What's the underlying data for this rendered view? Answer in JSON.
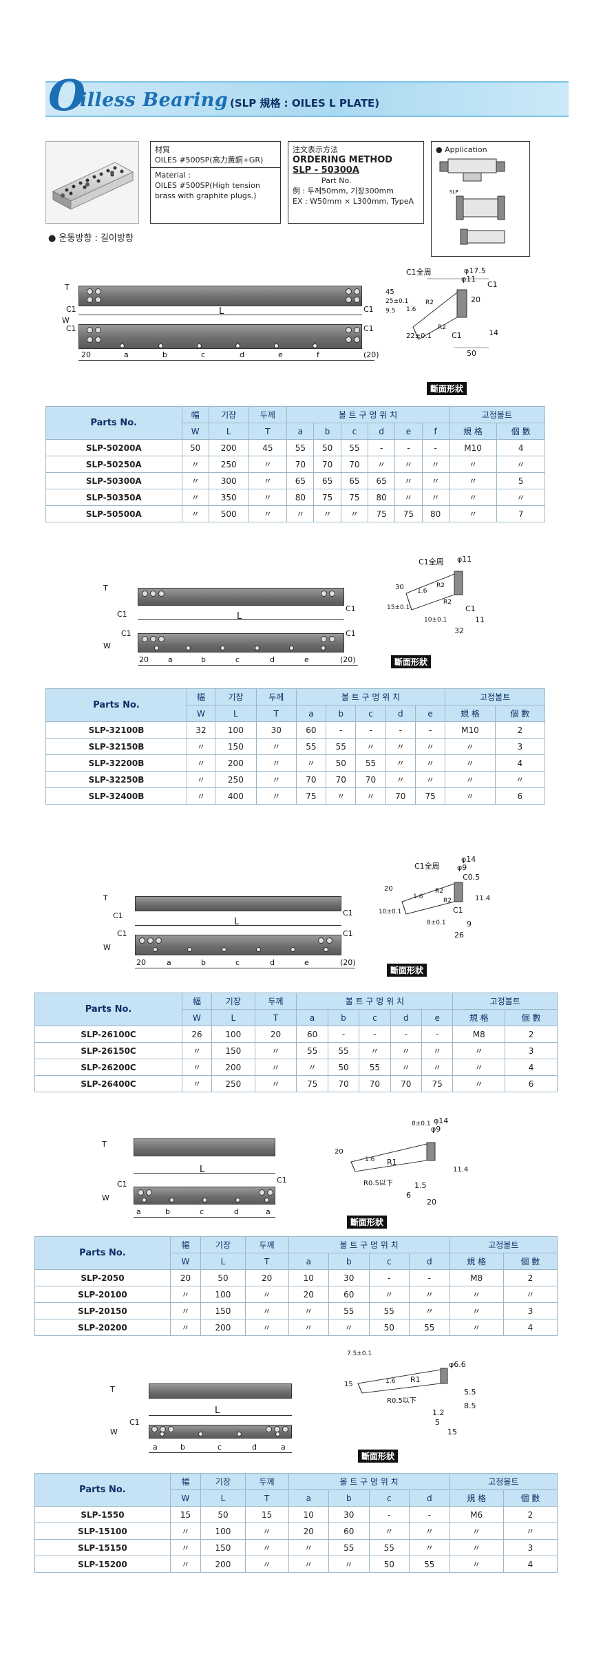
{
  "header": {
    "logo_letter": "O",
    "title": "illess Bearing",
    "subtitle": "(SLP 規格 : OILES L PLATE)"
  },
  "material": {
    "heading": "材質",
    "line1": "OILES #500SP(高力黃銅+GR)",
    "line2": "Material :",
    "line3": "OILES #500SP(High tension",
    "line4": "brass with graphite plugs.)"
  },
  "ordering": {
    "heading_jp": "注文表示方法",
    "heading_en": "ORDERING METHOD",
    "code": "SLP - 50300A",
    "part_no": "Part No.",
    "example_jp": "例 : 두께50mm, 기장300mm",
    "example_en": "EX : W50mm × L300mm, TypeA"
  },
  "application": {
    "label": "● Application",
    "slp": "SLP"
  },
  "direction_note": "● 운동방향 : 길이방향",
  "section_label": "斷面形狀",
  "tables": [
    {
      "headers": {
        "parts": "Parts No.",
        "w_top": "幅",
        "l_top": "기장",
        "t_top": "두께",
        "holes_top": "볼 트 구 멍 위 치",
        "bolt_top": "고정볼트",
        "w": "W",
        "l": "L",
        "t": "T",
        "cols": [
          "a",
          "b",
          "c",
          "d",
          "e",
          "f"
        ],
        "spec": "規 格",
        "qty": "個 數"
      },
      "rows": [
        [
          "SLP-50200A",
          "50",
          "200",
          "45",
          "55",
          "50",
          "55",
          "-",
          "-",
          "-",
          "M10",
          "4"
        ],
        [
          "SLP-50250A",
          "〃",
          "250",
          "〃",
          "70",
          "70",
          "70",
          "〃",
          "〃",
          "〃",
          "〃",
          "〃"
        ],
        [
          "SLP-50300A",
          "〃",
          "300",
          "〃",
          "65",
          "65",
          "65",
          "65",
          "〃",
          "〃",
          "〃",
          "5"
        ],
        [
          "SLP-50350A",
          "〃",
          "350",
          "〃",
          "80",
          "75",
          "75",
          "80",
          "〃",
          "〃",
          "〃",
          "〃"
        ],
        [
          "SLP-50500A",
          "〃",
          "500",
          "〃",
          "〃",
          "〃",
          "〃",
          "75",
          "75",
          "80",
          "〃",
          "7"
        ]
      ]
    },
    {
      "headers": {
        "parts": "Parts No.",
        "w_top": "幅",
        "l_top": "기장",
        "t_top": "두께",
        "holes_top": "볼 트 구 멍 위 치",
        "bolt_top": "고정볼트",
        "w": "W",
        "l": "L",
        "t": "T",
        "cols": [
          "a",
          "b",
          "c",
          "d",
          "e"
        ],
        "spec": "規 格",
        "qty": "個 數"
      },
      "rows": [
        [
          "SLP-32100B",
          "32",
          "100",
          "30",
          "60",
          "-",
          "-",
          "-",
          "-",
          "M10",
          "2"
        ],
        [
          "SLP-32150B",
          "〃",
          "150",
          "〃",
          "55",
          "55",
          "〃",
          "〃",
          "〃",
          "〃",
          "3"
        ],
        [
          "SLP-32200B",
          "〃",
          "200",
          "〃",
          "〃",
          "50",
          "55",
          "〃",
          "〃",
          "〃",
          "4"
        ],
        [
          "SLP-32250B",
          "〃",
          "250",
          "〃",
          "70",
          "70",
          "70",
          "〃",
          "〃",
          "〃",
          "〃"
        ],
        [
          "SLP-32400B",
          "〃",
          "400",
          "〃",
          "75",
          "〃",
          "〃",
          "70",
          "75",
          "〃",
          "6"
        ]
      ]
    },
    {
      "headers": {
        "parts": "Parts No.",
        "w_top": "幅",
        "l_top": "기장",
        "t_top": "두께",
        "holes_top": "볼 트 구 멍 위 치",
        "bolt_top": "고정볼트",
        "w": "W",
        "l": "L",
        "t": "T",
        "cols": [
          "a",
          "b",
          "c",
          "d",
          "e"
        ],
        "spec": "規 格",
        "qty": "個 數"
      },
      "rows": [
        [
          "SLP-26100C",
          "26",
          "100",
          "20",
          "60",
          "-",
          "-",
          "-",
          "-",
          "M8",
          "2"
        ],
        [
          "SLP-26150C",
          "〃",
          "150",
          "〃",
          "55",
          "55",
          "〃",
          "〃",
          "〃",
          "〃",
          "3"
        ],
        [
          "SLP-26200C",
          "〃",
          "200",
          "〃",
          "〃",
          "50",
          "55",
          "〃",
          "〃",
          "〃",
          "4"
        ],
        [
          "SLP-26400C",
          "〃",
          "250",
          "〃",
          "75",
          "70",
          "70",
          "70",
          "75",
          "〃",
          "6"
        ]
      ]
    },
    {
      "headers": {
        "parts": "Parts No.",
        "w_top": "幅",
        "l_top": "기장",
        "t_top": "두께",
        "holes_top": "볼 트 구 멍 위 치",
        "bolt_top": "고정볼트",
        "w": "W",
        "l": "L",
        "t": "T",
        "cols": [
          "a",
          "b",
          "c",
          "d"
        ],
        "spec": "規 格",
        "qty": "個 數"
      },
      "rows": [
        [
          "SLP-2050",
          "20",
          "50",
          "20",
          "10",
          "30",
          "-",
          "-",
          "M8",
          "2"
        ],
        [
          "SLP-20100",
          "〃",
          "100",
          "〃",
          "20",
          "60",
          "〃",
          "〃",
          "〃",
          "〃"
        ],
        [
          "SLP-20150",
          "〃",
          "150",
          "〃",
          "〃",
          "55",
          "55",
          "〃",
          "〃",
          "3"
        ],
        [
          "SLP-20200",
          "〃",
          "200",
          "〃",
          "〃",
          "〃",
          "50",
          "55",
          "〃",
          "4"
        ]
      ]
    },
    {
      "headers": {
        "parts": "Parts No.",
        "w_top": "幅",
        "l_top": "기장",
        "t_top": "두께",
        "holes_top": "볼 트 구 멍 위 치",
        "bolt_top": "고정볼트",
        "w": "W",
        "l": "L",
        "t": "T",
        "cols": [
          "a",
          "b",
          "c",
          "d"
        ],
        "spec": "規 格",
        "qty": "個 數"
      },
      "rows": [
        [
          "SLP-1550",
          "15",
          "50",
          "15",
          "10",
          "30",
          "-",
          "-",
          "M6",
          "2"
        ],
        [
          "SLP-15100",
          "〃",
          "100",
          "〃",
          "20",
          "60",
          "〃",
          "〃",
          "〃",
          "〃"
        ],
        [
          "SLP-15150",
          "〃",
          "150",
          "〃",
          "〃",
          "55",
          "55",
          "〃",
          "〃",
          "3"
        ],
        [
          "SLP-15200",
          "〃",
          "200",
          "〃",
          "〃",
          "〃",
          "50",
          "55",
          "〃",
          "4"
        ]
      ]
    }
  ],
  "drawings": [
    {
      "T": "T",
      "W": "W",
      "L": "L",
      "C1": "C1",
      "dims": [
        "20",
        "a",
        "b",
        "c",
        "d",
        "e",
        "f",
        "(20)"
      ],
      "section": [
        "φ17.5",
        "φ11",
        "C1全周",
        "45",
        "25±0.1",
        "9.5",
        "R2",
        "1.6",
        "R2",
        "C1",
        "C1",
        "14",
        "22±0.1",
        "50",
        "20"
      ]
    },
    {
      "T": "T",
      "W": "W",
      "L": "L",
      "C1": "C1",
      "dims": [
        "20",
        "a",
        "b",
        "c",
        "d",
        "e",
        "(20)"
      ],
      "section": [
        "φ11",
        "C1全周",
        "30",
        "15±0.1",
        "R2",
        "1.6",
        "R2",
        "C1",
        "11",
        "10±0.1",
        "32"
      ]
    },
    {
      "T": "T",
      "W": "W",
      "L": "L",
      "C1": "C1",
      "dims": [
        "20",
        "a",
        "b",
        "c",
        "d",
        "e",
        "(20)"
      ],
      "section": [
        "φ14",
        "φ9",
        "C1全周",
        "C0.5",
        "20",
        "10±0.1",
        "R2",
        "R2",
        "1.6",
        "C1",
        "11.4",
        "8±0.1",
        "9",
        "26"
      ]
    },
    {
      "T": "T",
      "W": "W",
      "L": "L",
      "C1": "C1",
      "dims": [
        "a",
        "b",
        "c",
        "d",
        "a"
      ],
      "section": [
        "φ14",
        "φ9",
        "8±0.1",
        "20",
        "R1",
        "1.6",
        "R0.5以下",
        "1.5",
        "6",
        "20",
        "11.4"
      ]
    },
    {
      "T": "T",
      "W": "W",
      "L": "L",
      "C1": "C1",
      "dims": [
        "a",
        "b",
        "c",
        "d",
        "a"
      ],
      "section": [
        "φ6.6",
        "7.5±0.1",
        "15",
        "R1",
        "1.6",
        "R0.5以下",
        "5.5",
        "8.5",
        "1.2",
        "5",
        "15"
      ]
    }
  ]
}
